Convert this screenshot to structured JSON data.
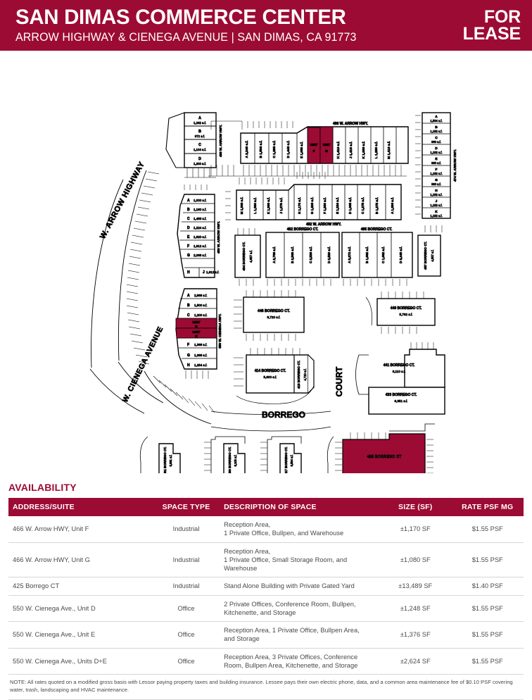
{
  "header": {
    "title": "SAN DIMAS COMMERCE CENTER",
    "subtitle": "ARROW HIGHWAY & CIENEGA AVENUE  | SAN DIMAS, CA 91773",
    "badge_line1": "FOR",
    "badge_line2": "LEASE",
    "brand_color": "#9c0b33"
  },
  "map": {
    "streets": [
      {
        "name": "W. ARROW HIGHWAY"
      },
      {
        "name": "W. CIENEGA AVENUE"
      },
      {
        "name": "BORREGO"
      },
      {
        "name": "COURT"
      }
    ],
    "building_438": {
      "label": "438 W. ARROW HWY.",
      "units": [
        {
          "unit": "A",
          "size": "1,262 s.f."
        },
        {
          "unit": "B",
          "size": "972 s.f."
        },
        {
          "unit": "C",
          "size": "1,104 s.f."
        },
        {
          "unit": "D",
          "size": "1,200 s.f."
        }
      ]
    },
    "building_480": {
      "label": "480 W. ARROW HWY.",
      "units": [
        {
          "unit": "A",
          "size": "1,000 s.f."
        },
        {
          "unit": "B",
          "size": "1,160 s.f."
        },
        {
          "unit": "C",
          "size": "1,488 s.f."
        },
        {
          "unit": "D",
          "size": "1,224 s.f."
        },
        {
          "unit": "E",
          "size": "1,820 s.f."
        },
        {
          "unit": "F",
          "size": "1,912 s.f."
        },
        {
          "unit": "G",
          "size": "2,088 s.f."
        },
        {
          "unit": "H",
          "size": ""
        },
        {
          "unit": "J",
          "size": "1,912 s.f."
        }
      ]
    },
    "building_466": {
      "label": "466 W. ARROW HWY.",
      "units": [
        {
          "unit": "A",
          "size": "2,240 s.f.",
          "highlight": false
        },
        {
          "unit": "B",
          "size": "1,536 s.f.",
          "highlight": false
        },
        {
          "unit": "C",
          "size": "1,288 s.f.",
          "highlight": false
        },
        {
          "unit": "D",
          "size": "1,440 s.f.",
          "highlight": false
        },
        {
          "unit": "E",
          "size": "1,088 s.f.",
          "highlight": false
        },
        {
          "unit": "UNIT F",
          "size": "",
          "highlight": true
        },
        {
          "unit": "UNIT G",
          "size": "",
          "highlight": true
        },
        {
          "unit": "H",
          "size": "1,416 s.f.",
          "highlight": false
        },
        {
          "unit": "J",
          "size": "1,416 s.f.",
          "highlight": false
        },
        {
          "unit": "K",
          "size": "1,080 s.f.",
          "highlight": false
        },
        {
          "unit": "L",
          "size": "1,296 s.f.",
          "highlight": false
        },
        {
          "unit": "M",
          "size": "1,416 s.f.",
          "highlight": false
        }
      ]
    },
    "building_482": {
      "label": "482 W. ARROW HWY.",
      "units": [
        {
          "unit": "M",
          "size": "1,360 s.f."
        },
        {
          "unit": "L",
          "size": "1,360 s.f."
        },
        {
          "unit": "K",
          "size": "1,360 s.f."
        },
        {
          "unit": "J",
          "size": "1,376 s.f."
        },
        {
          "unit": "H",
          "size": "1,176 s.f."
        },
        {
          "unit": "G",
          "size": "1,200 s.f."
        },
        {
          "unit": "F",
          "size": "1,200 s.f."
        },
        {
          "unit": "E",
          "size": "1,224 s.f."
        },
        {
          "unit": "D",
          "size": "1,008 s.f."
        },
        {
          "unit": "C",
          "size": "1,275 s.f."
        },
        {
          "unit": "B",
          "size": "1,275 s.f."
        },
        {
          "unit": "A",
          "size": "1,296 s.f."
        }
      ]
    },
    "building_474": {
      "label": "474 W. ARROW HWY.",
      "units": [
        {
          "unit": "A",
          "size": "1,584 s.f."
        },
        {
          "unit": "B",
          "size": "1,152 s.f."
        },
        {
          "unit": "C",
          "size": "960 s.f."
        },
        {
          "unit": "D",
          "size": "1,152 s.f."
        },
        {
          "unit": "E",
          "size": "960 s.f."
        },
        {
          "unit": "F",
          "size": "1,152 s.f."
        },
        {
          "unit": "G",
          "size": "960 s.f."
        },
        {
          "unit": "H",
          "size": "1,152 s.f."
        },
        {
          "unit": "J",
          "size": "1,152 s.f."
        },
        {
          "unit": "K",
          "size": "1,152 s.f."
        }
      ]
    },
    "building_550": {
      "label": "550 W. CIENEGA HWY.",
      "units": [
        {
          "unit": "A",
          "size": "2,868 s.f.",
          "highlight": false
        },
        {
          "unit": "B",
          "size": "1,500 s.f.",
          "highlight": false
        },
        {
          "unit": "C",
          "size": "1,200 s.f.",
          "highlight": false
        },
        {
          "unit": "UNIT D",
          "size": "",
          "highlight": true
        },
        {
          "unit": "UNIT E",
          "size": "",
          "highlight": true
        },
        {
          "unit": "F",
          "size": "1,368 s.f.",
          "highlight": false
        },
        {
          "unit": "G",
          "size": "1,368 s.f.",
          "highlight": false
        },
        {
          "unit": "H",
          "size": "1,254 s.f.",
          "highlight": false
        }
      ]
    },
    "building_434": {
      "label": "434 BORREGO CT.",
      "size": "4,657 s.f."
    },
    "building_462": {
      "label": "462 BORREGO CT.",
      "units": [
        {
          "unit": "A",
          "size": "2,768 s.f."
        },
        {
          "unit": "B",
          "size": "2,568 s.f."
        },
        {
          "unit": "C",
          "size": "2,526 s.f."
        },
        {
          "unit": "D",
          "size": "2,520 s.f."
        }
      ]
    },
    "building_465": {
      "label": "465 BORREGO CT.",
      "units": [
        {
          "unit": "A",
          "size": "3,272 s.f."
        },
        {
          "unit": "B",
          "size": "1,692 s.f."
        },
        {
          "unit": "C",
          "size": "1,692 s.f."
        },
        {
          "unit": "D",
          "size": "3,440 s.f."
        }
      ]
    },
    "building_457": {
      "label": "457 BORREGO CT.",
      "size": "4,557 s.f."
    },
    "building_446": {
      "label": "446 BORREGO CT.",
      "size": "8,720 s.f."
    },
    "building_449": {
      "label": "449 BORREGO CT.",
      "size": "5,792 s.f."
    },
    "building_414": {
      "label": "414 BORREGO CT.",
      "size": "5,600 s.f."
    },
    "building_418": {
      "label": "418 BORREGO CT.",
      "size": "4,720 s.f."
    },
    "building_441": {
      "label": "441 BORREGO CT.",
      "size": "8,110 s.f."
    },
    "building_433": {
      "label": "433 BORREGO CT.",
      "size": "9,351 s.f."
    },
    "building_401": {
      "label": "401 BORREGO CT.",
      "size": "5,981 s.f."
    },
    "building_409": {
      "label": "409 BORREGO CT.",
      "size": "6,105 s.f."
    },
    "building_417": {
      "label": "417 BORREGO CT.",
      "size": "6,594 s.f."
    },
    "building_425": {
      "label": "425 BORREGO CT",
      "highlight": true
    }
  },
  "availability": {
    "section_title": "AVAILABILITY",
    "columns": [
      "ADDRESS/SUITE",
      "SPACE TYPE",
      "DESCRIPTION OF SPACE",
      "SIZE (SF)",
      "RATE PSF MG"
    ],
    "rows": [
      {
        "address": "466 W. Arrow HWY, Unit F",
        "type": "Industrial",
        "description": "Reception Area,\n1 Private Office, Bullpen, and Warehouse",
        "size": "±1,170 SF",
        "rate": "$1.55 PSF"
      },
      {
        "address": "466 W. Arrow HWY, Unit G",
        "type": "Industrial",
        "description": "Reception Area,\n1 Private Office, Small Storage Room, and\nWarehouse",
        "size": "±1,080 SF",
        "rate": "$1.55 PSF"
      },
      {
        "address": "425 Borrego CT",
        "type": "Industrial",
        "description": "Stand Alone Building with Private Gated Yard",
        "size": "±13,489 SF",
        "rate": "$1.40 PSF"
      },
      {
        "address": "550 W. Cienega Ave., Unit D",
        "type": "Office",
        "description": "2 Private Offices, Conference Room, Bullpen,\nKitchenette, and Storage",
        "size": "±1,248 SF",
        "rate": "$1.55 PSF"
      },
      {
        "address": "550 W. Cienega Ave., Unit E",
        "type": "Office",
        "description": "Reception Area, 1 Private Office, Bullpen Area,\nand Storage",
        "size": "±1,376 SF",
        "rate": "$1.55 PSF"
      },
      {
        "address": "550 W. Cienega Ave., Units D+E",
        "type": "Office",
        "description": "Reception Area, 3 Private Offices, Conference\nRoom, Bullpen Area, Kitchenette, and Storage",
        "size": "±2,624 SF",
        "rate": "$1.55 PSF"
      }
    ],
    "note": "NOTE: All rates quoted on a modified gross basis with Lessor paying property taxes and building insurance. Lessee pays their own electric phone, data, and a common area maintenance fee of $0.10 PSF covering water, trash, landscaping and HVAC maintenance."
  }
}
